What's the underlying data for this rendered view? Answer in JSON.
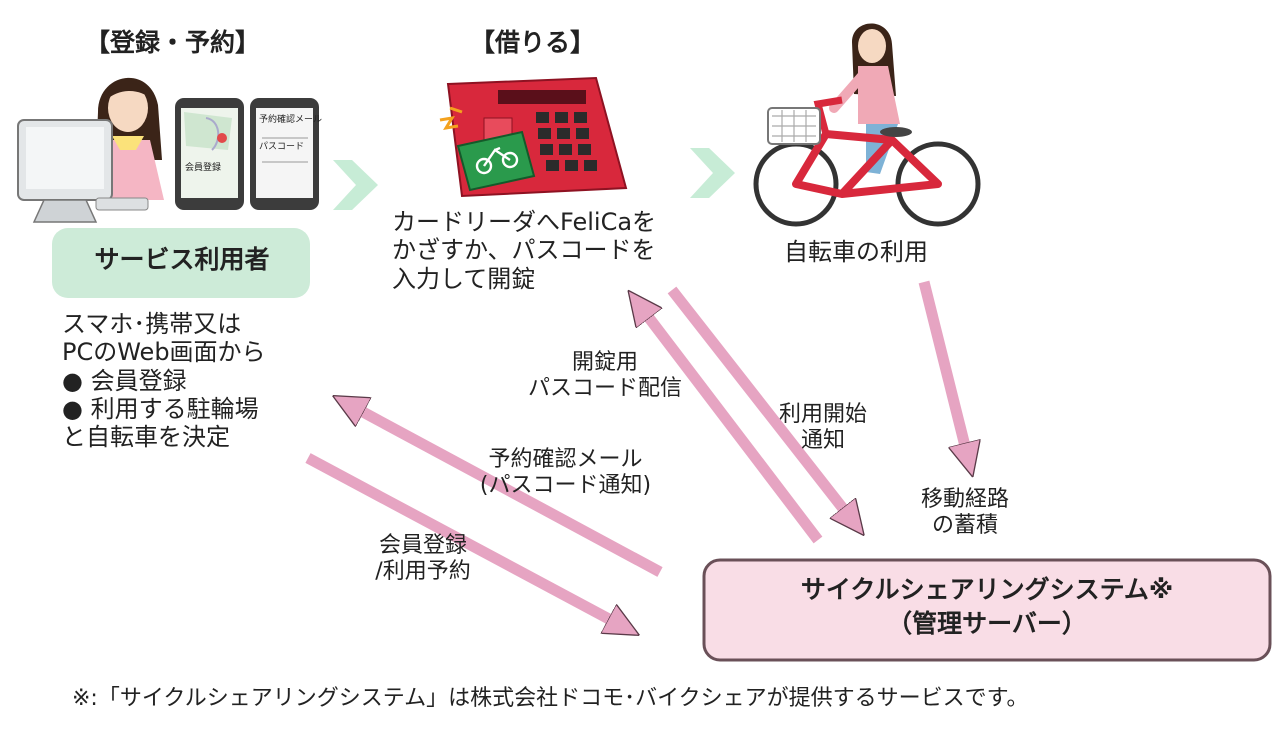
{
  "headings": {
    "register": "【登録・予約】",
    "rent": "【借りる】"
  },
  "phone_screens": {
    "left_label": "会員登録",
    "right_line1": "予約確認メール",
    "right_line2": "パスコード"
  },
  "user": {
    "title": "サービス利用者",
    "desc": [
      "スマホ･携帯又は",
      "PCのWeb画面から",
      "● 会員登録",
      "● 利用する駐輪場",
      "と自転車を決定"
    ]
  },
  "unlock": {
    "desc": [
      "カードリーダへFeliCaを",
      "かざすか、パスコードを",
      "入力して開錠"
    ]
  },
  "bike": {
    "label": "自転車の利用"
  },
  "flows": {
    "passcode": [
      "開錠用",
      "パスコード配信"
    ],
    "start": [
      "利用開始",
      "通知"
    ],
    "route": [
      "移動経路",
      "の蓄積"
    ],
    "mail": [
      "予約確認メール",
      "(パスコード通知)"
    ],
    "member": [
      "会員登録",
      "/利用予約"
    ]
  },
  "system": {
    "line1": "サイクルシェアリングシステム※",
    "line2": "（管理サーバー）"
  },
  "footnote": "※:「サイクルシェアリングシステム」は株式会社ドコモ･バイクシェアが提供するサービスです。",
  "colors": {
    "flow_arrow": "#e6a4c2",
    "process_arrow": "#c7ecd6",
    "user_box": "#cdebd8",
    "system_box": "#f9dde6",
    "card_reader": "#d8283c",
    "bike": "#d8283c"
  }
}
